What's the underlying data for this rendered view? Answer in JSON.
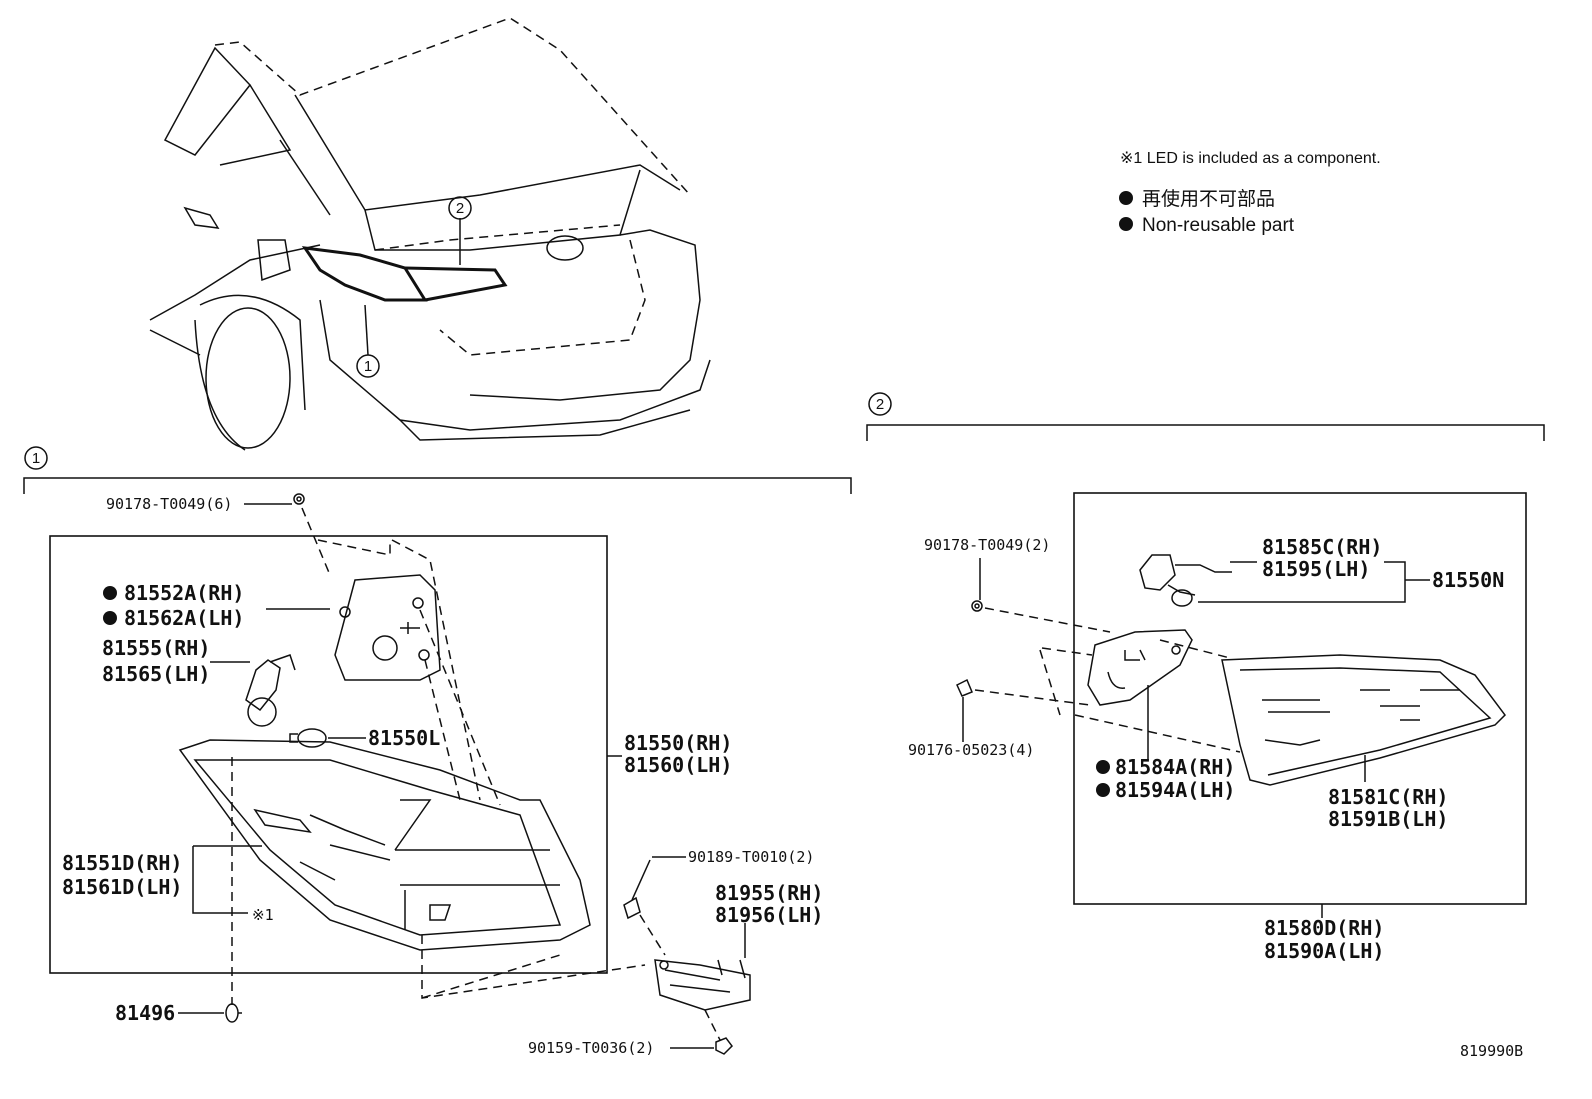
{
  "notes": {
    "led_note": "※1 LED is included as a component.",
    "legend_jp": "再使用不可部品",
    "legend_en": "Non-reusable part"
  },
  "callouts": {
    "car_1": "1",
    "car_2": "2",
    "section_1": "1",
    "section_2": "2"
  },
  "section1": {
    "p_90178_6": "90178-T0049(6)",
    "p_81552A_rh": "81552A(RH)",
    "p_81562A_lh": "81562A(LH)",
    "p_81555_rh": "81555(RH)",
    "p_81565_lh": "81565(LH)",
    "p_81550L": "81550L",
    "p_81550_rh": "81550(RH)",
    "p_81560_lh": "81560(LH)",
    "p_81551D_rh": "81551D(RH)",
    "p_81561D_lh": "81561D(LH)",
    "p_note1": "※1",
    "p_90189": "90189-T0010(2)",
    "p_81955_rh": "81955(RH)",
    "p_81956_lh": "81956(LH)",
    "p_81496": "81496",
    "p_90159": "90159-T0036(2)"
  },
  "section2": {
    "p_90178_2": "90178-T0049(2)",
    "p_81585C_rh": "81585C(RH)",
    "p_81595_lh": "81595(LH)",
    "p_81550N": "81550N",
    "p_90176": "90176-05023(4)",
    "p_81584A_rh": "81584A(RH)",
    "p_81594A_lh": "81594A(LH)",
    "p_81581C_rh": "81581C(RH)",
    "p_81591B_lh": "81591B(LH)",
    "p_81580D_rh": "81580D(RH)",
    "p_81590A_lh": "81590A(LH)"
  },
  "footer": {
    "diagram_id": "819990B"
  }
}
